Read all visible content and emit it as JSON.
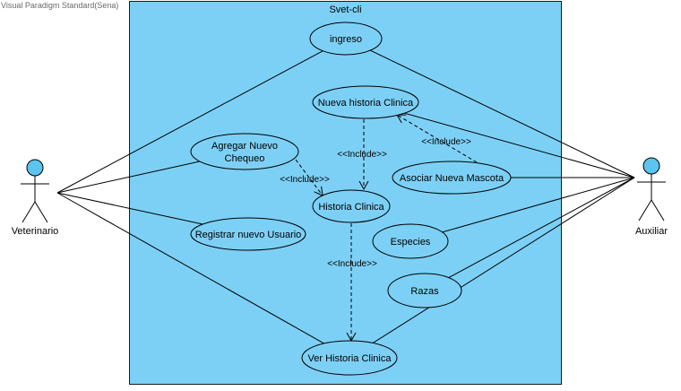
{
  "watermark": "Visual Paradigm Standard(Sena)",
  "system": {
    "name": "Svet-cli"
  },
  "actors": [
    {
      "id": "veterinario",
      "name": "Veterinario"
    },
    {
      "id": "auxiliar",
      "name": "Auxiliar"
    }
  ],
  "use_cases": [
    {
      "id": "ingreso",
      "lines": [
        "ingreso"
      ]
    },
    {
      "id": "nueva-historia",
      "lines": [
        "Nueva historia Clinica"
      ]
    },
    {
      "id": "agregar-chequeo",
      "lines": [
        "Agregar Nuevo",
        "Chequeo"
      ]
    },
    {
      "id": "asociar-mascota",
      "lines": [
        "Asociar Nueva Mascota"
      ]
    },
    {
      "id": "historia-clinica",
      "lines": [
        "Historia Clinica"
      ]
    },
    {
      "id": "registrar-usuario",
      "lines": [
        "Registrar nuevo Usuario"
      ]
    },
    {
      "id": "especies",
      "lines": [
        "Especies"
      ]
    },
    {
      "id": "razas",
      "lines": [
        "Razas"
      ]
    },
    {
      "id": "ver-historia",
      "lines": [
        "Ver Historia Clinica"
      ]
    }
  ],
  "associations": [
    {
      "actor": "veterinario",
      "use_case": "ingreso"
    },
    {
      "actor": "veterinario",
      "use_case": "agregar-chequeo"
    },
    {
      "actor": "veterinario",
      "use_case": "registrar-usuario"
    },
    {
      "actor": "veterinario",
      "use_case": "ver-historia"
    },
    {
      "actor": "auxiliar",
      "use_case": "ingreso"
    },
    {
      "actor": "auxiliar",
      "use_case": "nueva-historia"
    },
    {
      "actor": "auxiliar",
      "use_case": "asociar-mascota"
    },
    {
      "actor": "auxiliar",
      "use_case": "especies"
    },
    {
      "actor": "auxiliar",
      "use_case": "razas"
    },
    {
      "actor": "auxiliar",
      "use_case": "ver-historia"
    }
  ],
  "includes": [
    {
      "from": "nueva-historia",
      "to": "historia-clinica",
      "label": "<<Include>>"
    },
    {
      "from": "agregar-chequeo",
      "to": "historia-clinica",
      "label": "<<Include>>"
    },
    {
      "from": "asociar-mascota",
      "to": "nueva-historia",
      "label": "<<Include>>"
    },
    {
      "from": "historia-clinica",
      "to": "ver-historia",
      "label": "<<Include>>"
    }
  ],
  "colors": {
    "system_fill": "#7dd0f5",
    "use_case_fill": "#7dd0f5",
    "actor_head": "#5bc4ef",
    "line": "#000000"
  }
}
